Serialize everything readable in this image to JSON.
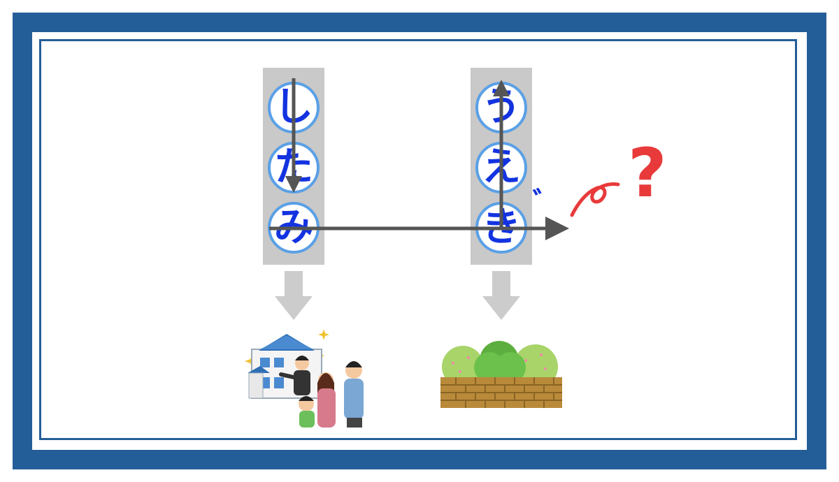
{
  "left_column": {
    "chars": [
      "し",
      "た",
      "み"
    ]
  },
  "right_column": {
    "chars": [
      "う",
      "え",
      "き"
    ]
  },
  "dakuten": "゛",
  "question_mark": "?",
  "colors": {
    "frame": "#245e98",
    "kana_text": "#1333e0",
    "kana_ring": "#5aa0e6",
    "column_bg": "#c9c9c9",
    "arrow": "#555555",
    "down_arrow": "#cccccc",
    "question": "#e83a3a"
  },
  "illustrations": {
    "left": "family-with-new-house",
    "right": "hedge-on-brick-wall"
  }
}
